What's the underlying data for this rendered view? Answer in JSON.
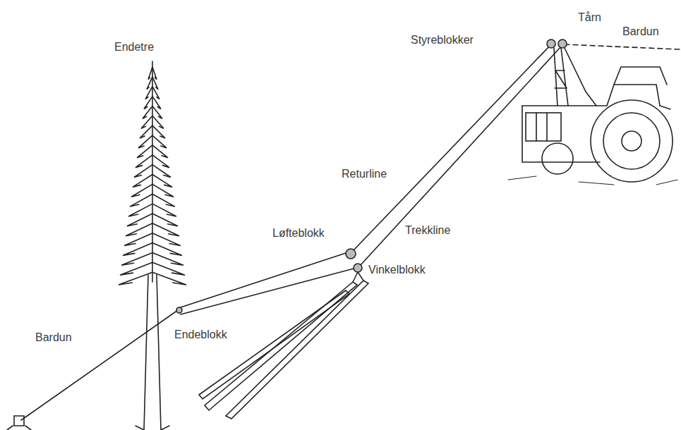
{
  "diagram": {
    "labels": [
      "Endetre",
      "Tårn",
      "Bardun",
      "Styreblokker",
      "Returline",
      "Trekkline",
      "Løfteblokk",
      "Vinkelblokk",
      "Endeblokk",
      "Bardun"
    ]
  }
}
